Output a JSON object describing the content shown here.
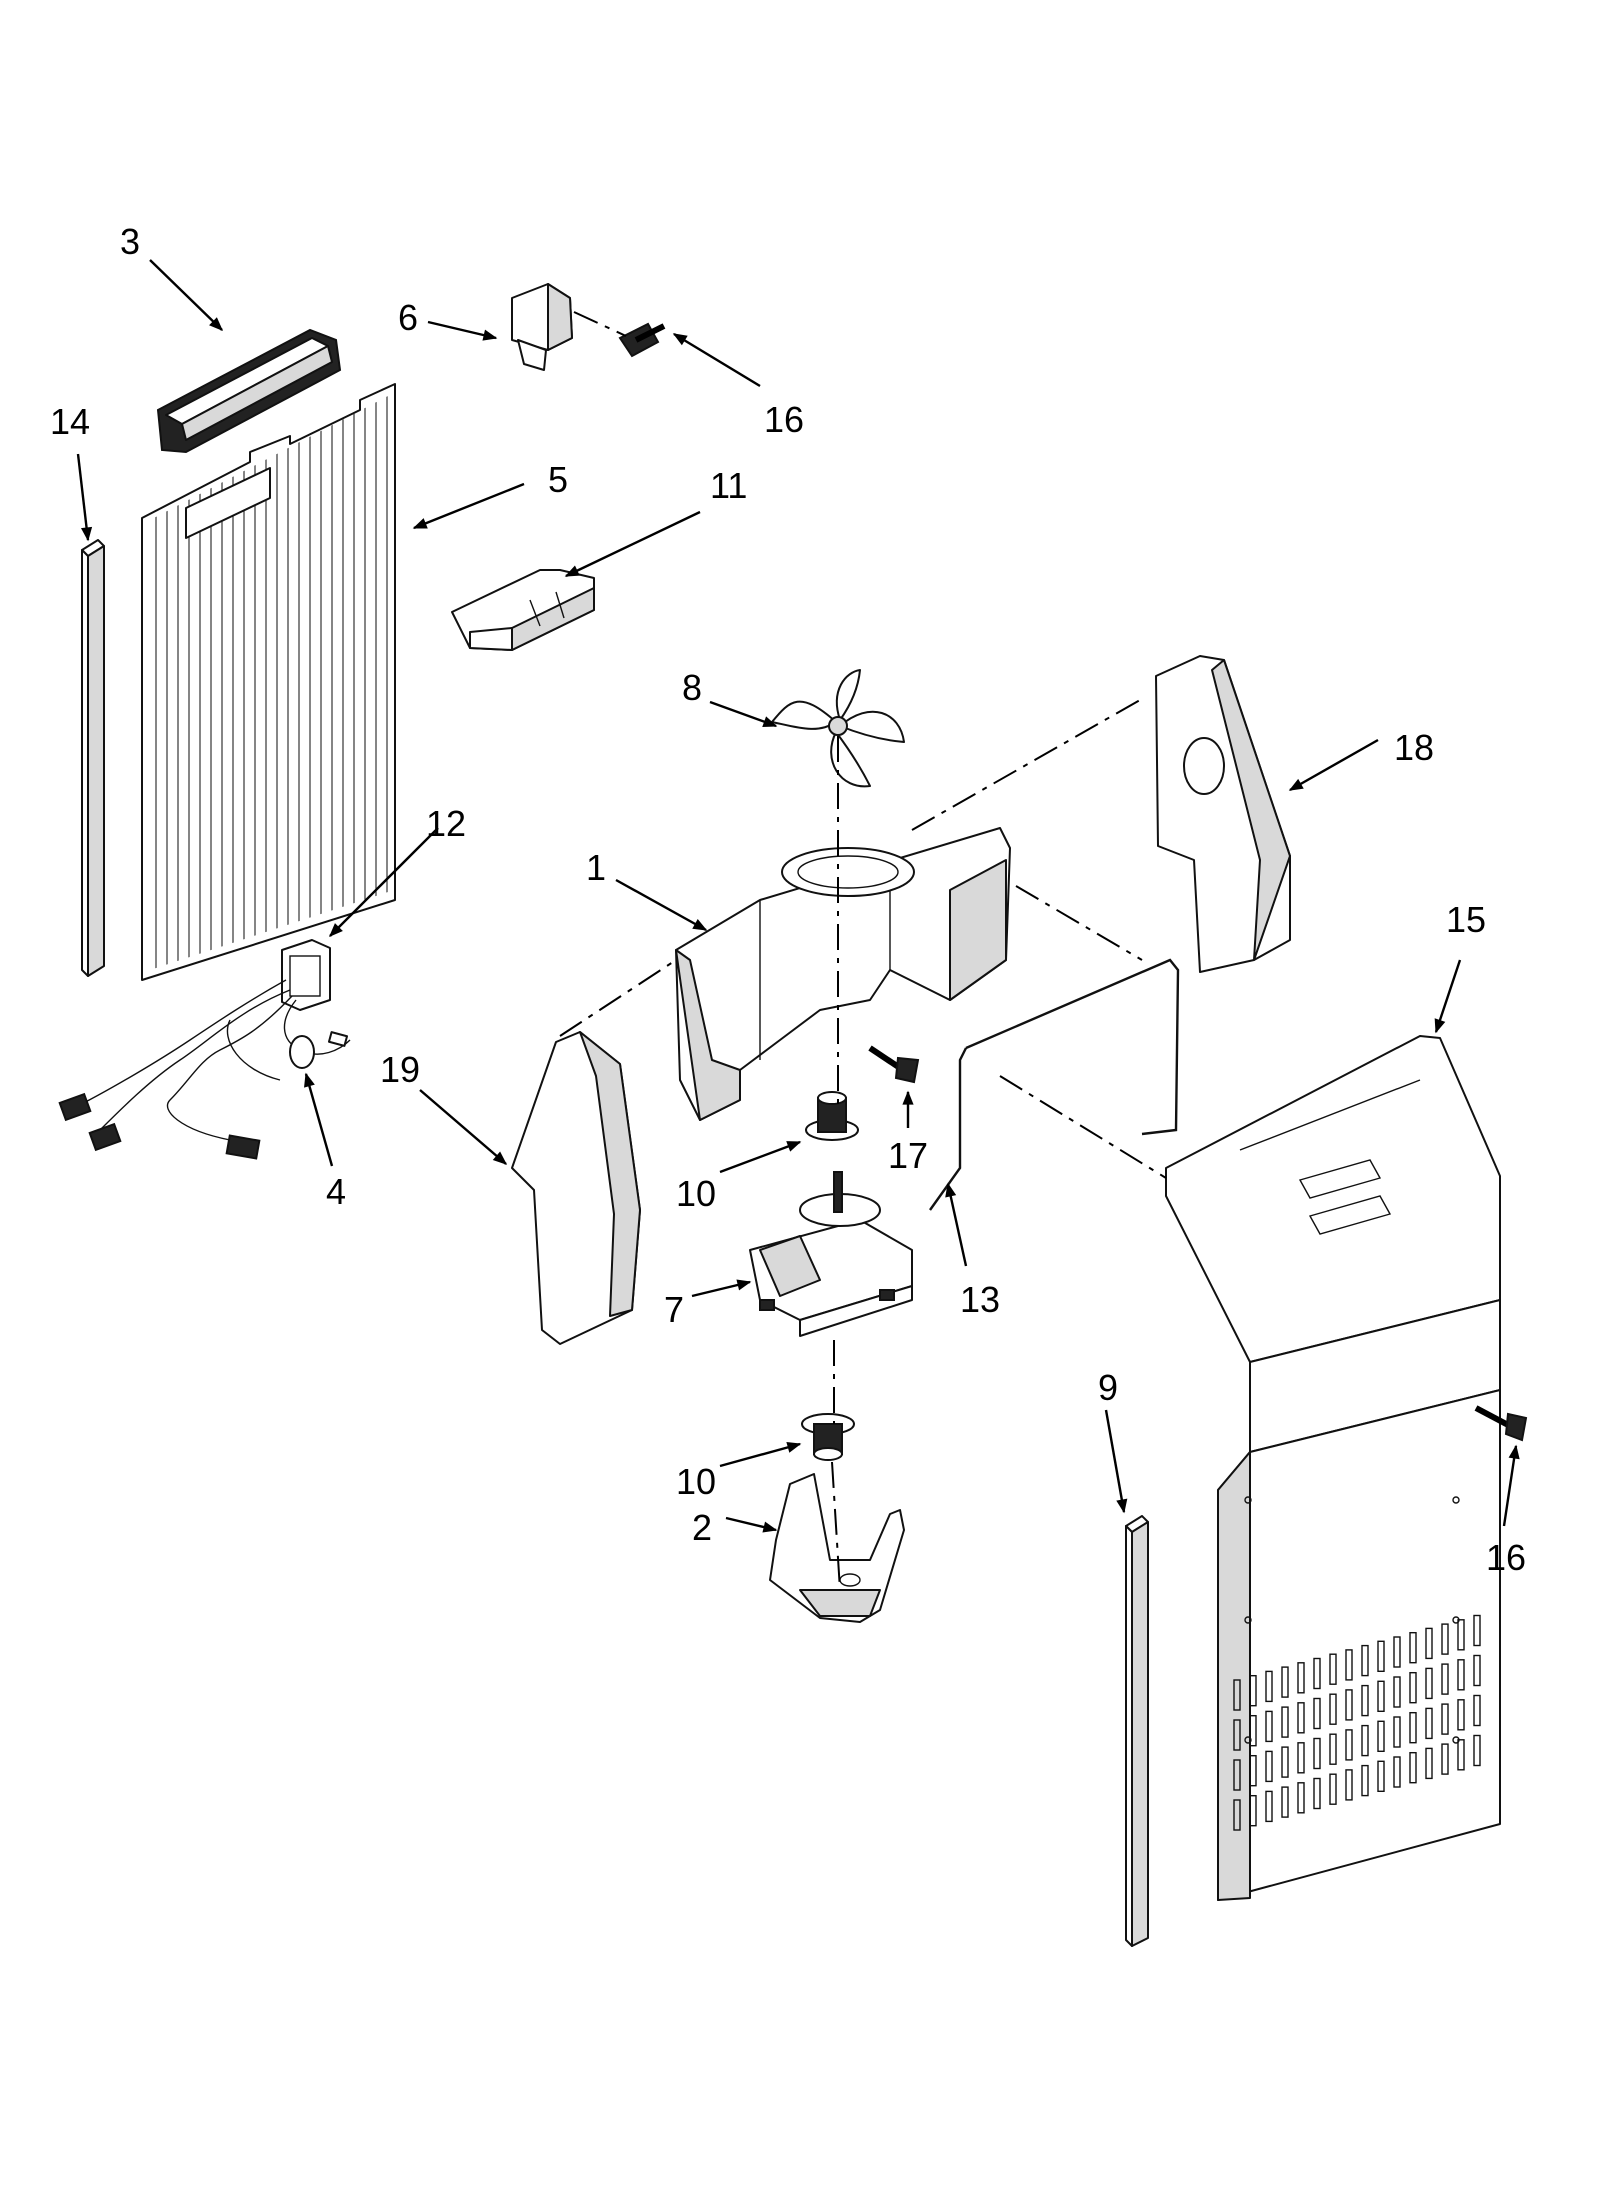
{
  "callouts": [
    {
      "key": "p1",
      "label": "1"
    },
    {
      "key": "p2",
      "label": "2"
    },
    {
      "key": "p3",
      "label": "3"
    },
    {
      "key": "p4",
      "label": "4"
    },
    {
      "key": "p5",
      "label": "5"
    },
    {
      "key": "p6",
      "label": "6"
    },
    {
      "key": "p7",
      "label": "7"
    },
    {
      "key": "p8",
      "label": "8"
    },
    {
      "key": "p9",
      "label": "9"
    },
    {
      "key": "p10a",
      "label": "10"
    },
    {
      "key": "p10b",
      "label": "10"
    },
    {
      "key": "p11",
      "label": "11"
    },
    {
      "key": "p12",
      "label": "12"
    },
    {
      "key": "p13",
      "label": "13"
    },
    {
      "key": "p14",
      "label": "14"
    },
    {
      "key": "p15",
      "label": "15"
    },
    {
      "key": "p16a",
      "label": "16"
    },
    {
      "key": "p16b",
      "label": "16"
    },
    {
      "key": "p17",
      "label": "17"
    },
    {
      "key": "p18",
      "label": "18"
    },
    {
      "key": "p19",
      "label": "19"
    }
  ]
}
